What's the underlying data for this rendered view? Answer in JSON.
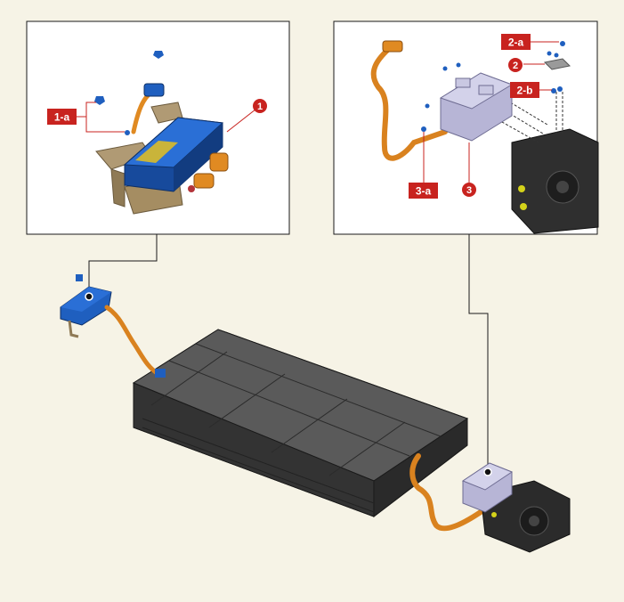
{
  "callouts": {
    "tag_1a": "1-a",
    "num_1": "1",
    "tag_2a": "2-a",
    "num_2": "2",
    "tag_2b": "2-b",
    "tag_3a": "3-a",
    "num_3": "3"
  },
  "colors": {
    "background": "#f6f3e6",
    "callout_red": "#c8231f",
    "charger_blue": "#1f5fbf",
    "cable_orange": "#d9821f",
    "battery_gray": "#3e3e3e",
    "inverter_lilac": "#b7b5d6",
    "motor_dark": "#2a2a2a"
  }
}
